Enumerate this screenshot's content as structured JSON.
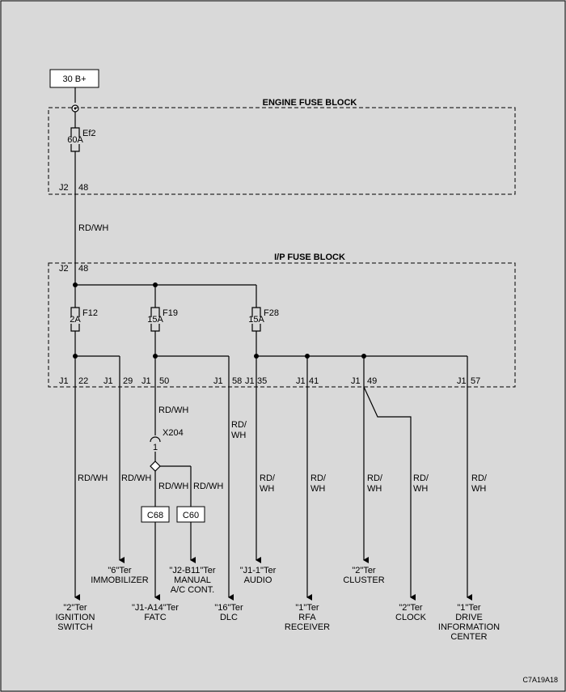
{
  "power_source": "30 B+",
  "engine_fuse_block": {
    "title": "ENGINE FUSE BLOCK",
    "fuse_name": "Ef2",
    "fuse_rating": "60A",
    "conn": "J2",
    "pin": "48"
  },
  "feed_wire_color": "RD/WH",
  "ip_fuse_block": {
    "title": "I/P FUSE BLOCK",
    "conn_in": "J2",
    "pin_in": "48",
    "fuses": [
      {
        "name": "F12",
        "rating": "2A"
      },
      {
        "name": "F19",
        "rating": "15A"
      },
      {
        "name": "F28",
        "rating": "15A"
      }
    ]
  },
  "pins": [
    {
      "conn": "J1",
      "pin": "22"
    },
    {
      "conn": "J1",
      "pin": "29"
    },
    {
      "conn": "J1",
      "pin": "50"
    },
    {
      "conn": "J1",
      "pin": "58"
    },
    {
      "conn": "J1",
      "pin": "35"
    },
    {
      "conn": "J1",
      "pin": "41"
    },
    {
      "conn": "J1",
      "pin": "49"
    },
    {
      "conn": "J1",
      "pin": "57"
    }
  ],
  "wire_labels": {
    "single": "RD/WH",
    "stacked_top": "RD/",
    "stacked_bottom": "WH"
  },
  "splice": {
    "name": "X204",
    "pin": "1"
  },
  "connectors": [
    "C68",
    "C60"
  ],
  "destinations": {
    "ignition_switch": [
      "\"2\"Ter",
      "IGNITION",
      "SWITCH"
    ],
    "immobilizer": [
      "\"6\"Ter",
      "IMMOBILIZER"
    ],
    "fatc": [
      "\"J1-A14\"Ter",
      "FATC"
    ],
    "manual_ac": [
      "\"J2-B11\"Ter",
      "MANUAL",
      "A/C CONT."
    ],
    "dlc": [
      "\"16\"Ter",
      "DLC"
    ],
    "audio": [
      "\"J1-1\"Ter",
      "AUDIO"
    ],
    "rfa_receiver": [
      "\"1\"Ter",
      "RFA",
      "RECEIVER"
    ],
    "cluster": [
      "\"2\"Ter",
      "CLUSTER"
    ],
    "clock": [
      "\"2\"Ter",
      "CLOCK"
    ],
    "drive_info_center": [
      "\"1\"Ter",
      "DRIVE",
      "INFORMATION",
      "CENTER"
    ]
  },
  "figure_code": "C7A19A18"
}
